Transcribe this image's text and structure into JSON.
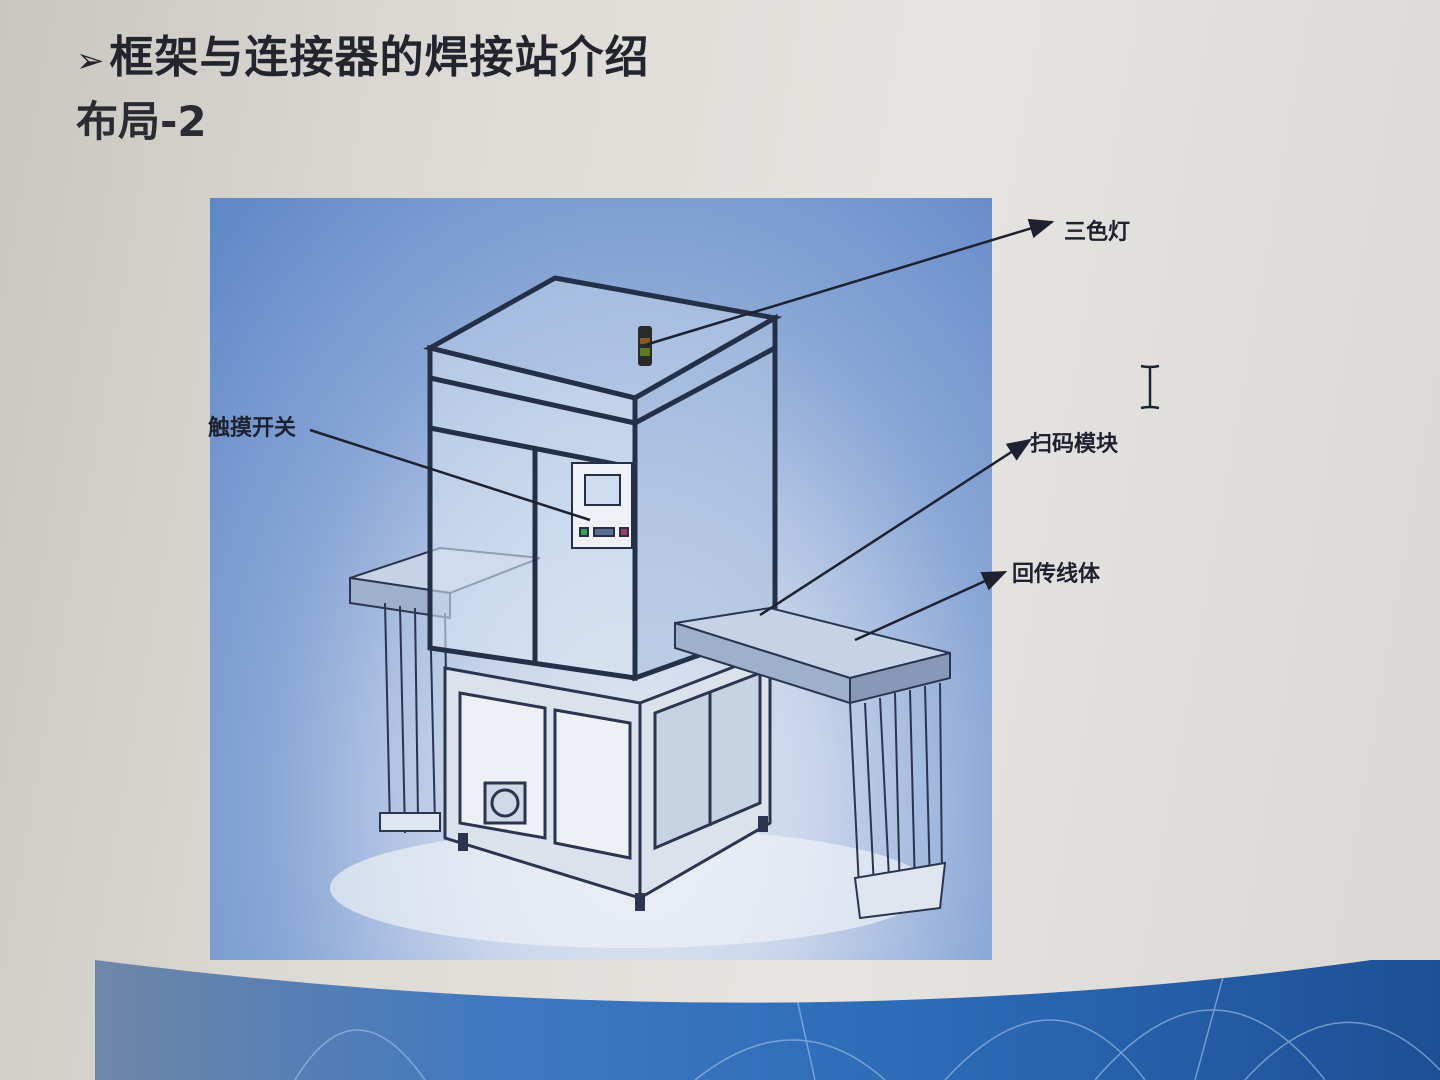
{
  "slide": {
    "bullet": "➢",
    "title": "框架与连接器的焊接站介绍",
    "subtitle": "布局-2"
  },
  "figure": {
    "description": "welding station machine with conveyor lines",
    "background_color": "#6e8fcb"
  },
  "labels": {
    "tri_color_light": "三色灯",
    "touch_switch": "触摸开关",
    "scan_module": "扫码模块",
    "return_line": "回传线体"
  },
  "colors": {
    "text": "#23252e",
    "frame": "#2b3550",
    "footer_blue": "#2d6cb8"
  }
}
